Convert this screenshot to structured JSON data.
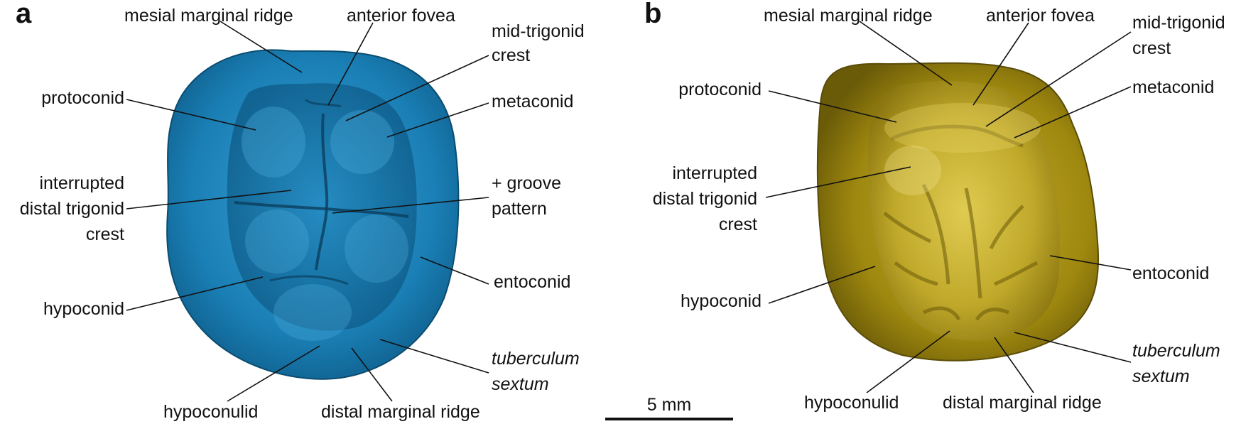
{
  "panels": {
    "a": {
      "letter": "a",
      "colors": {
        "tooth": "#1a7fb5",
        "tooth_light": "#3fa3d6",
        "tooth_dark": "#0c4f75"
      },
      "labels": {
        "mesial_marginal_ridge": "mesial marginal ridge",
        "anterior_fovea": "anterior fovea",
        "mid_trigonid_crest_1": "mid-trigonid",
        "mid_trigonid_crest_2": "crest",
        "protoconid": "protoconid",
        "metaconid": "metaconid",
        "interrupted_1": "interrupted",
        "interrupted_2": "distal trigonid",
        "interrupted_3": "crest",
        "groove_1": "+ groove",
        "groove_2": "pattern",
        "entoconid": "entoconid",
        "hypoconid": "hypoconid",
        "tuberculum_1": "tuberculum",
        "tuberculum_2": "sextum",
        "hypoconulid": "hypoconulid",
        "distal_marginal_ridge": "distal marginal ridge"
      }
    },
    "b": {
      "letter": "b",
      "colors": {
        "tooth": "#a08a10",
        "tooth_light": "#d6c044",
        "tooth_dark": "#5e500a"
      },
      "labels": {
        "mesial_marginal_ridge": "mesial marginal ridge",
        "anterior_fovea": "anterior fovea",
        "mid_trigonid_crest_1": "mid-trigonid",
        "mid_trigonid_crest_2": "crest",
        "protoconid": "protoconid",
        "metaconid": "metaconid",
        "interrupted_1": "interrupted",
        "interrupted_2": "distal trigonid",
        "interrupted_3": "crest",
        "entoconid": "entoconid",
        "hypoconid": "hypoconid",
        "tuberculum_1": "tuberculum",
        "tuberculum_2": "sextum",
        "hypoconulid": "hypoconulid",
        "distal_marginal_ridge": "distal marginal ridge"
      }
    }
  },
  "scale_bar": {
    "label": "5 mm"
  }
}
